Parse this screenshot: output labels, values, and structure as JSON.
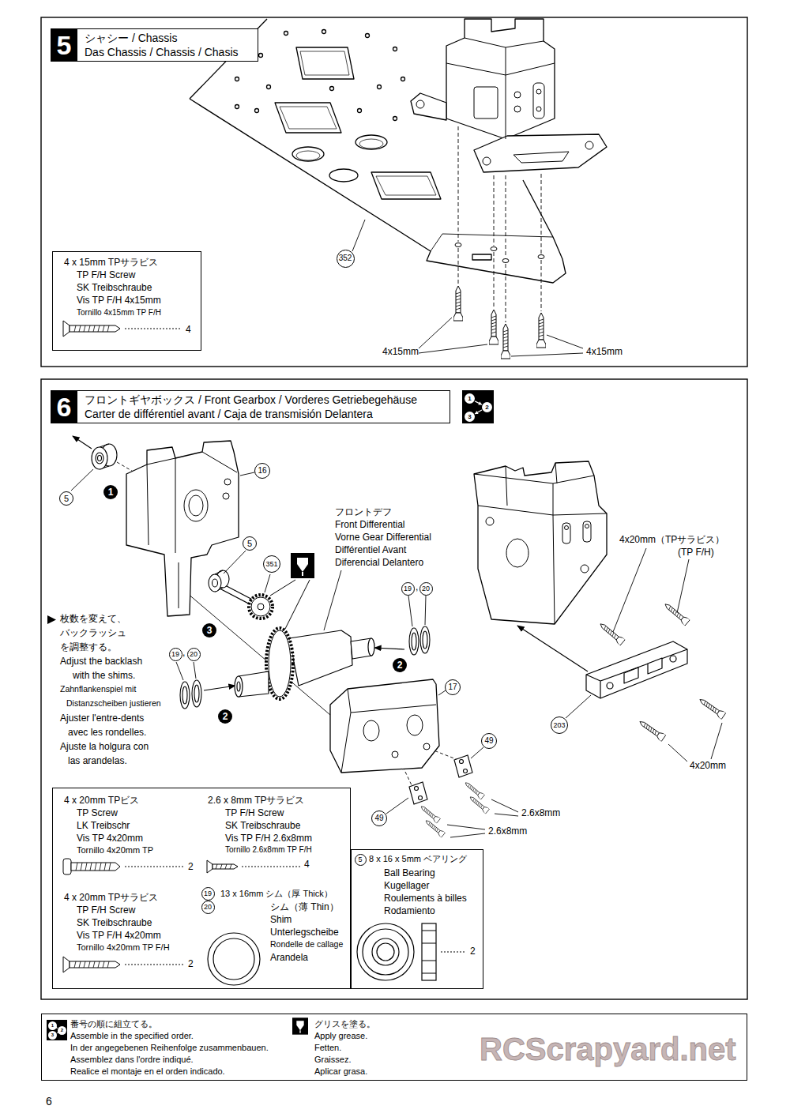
{
  "diagram": {
    "nodes": [
      {
        "text": [
          "5",
          "シャシー / Chassis",
          "Das Chassis / Chassis / Chasis"
        ]
      },
      {
        "text": [
          "4 x 15mm TPサラビス",
          "TP F/H Screw",
          "SK Treibschraube",
          "Vis TP F/H 4x15mm",
          "Tornillo 4x15mm TP F/H",
          "4"
        ]
      },
      {
        "text": [
          "352"
        ]
      },
      {
        "text": [
          "6",
          "フロントギヤボックス / Front Gearbox / Vorderes Getriebegehäuse",
          "Carter de différentiel avant / Caja de transmisión Delantera"
        ]
      },
      {
        "text": [
          "1",
          "2",
          "3"
        ]
      },
      {
        "text": [
          "5"
        ]
      },
      {
        "text": [
          "1"
        ]
      },
      {
        "text": [
          "16"
        ]
      },
      {
        "text": [
          "5"
        ]
      },
      {
        "text": [
          "351"
        ]
      },
      {
        "text": [
          "19"
        ]
      },
      {
        "text": [
          "20"
        ]
      },
      {
        "text": [
          "2"
        ]
      },
      {
        "text": [
          "3"
        ]
      },
      {
        "text": [
          "19"
        ]
      },
      {
        "text": [
          "20"
        ]
      },
      {
        "text": [
          "2"
        ]
      },
      {
        "text": [
          "17"
        ]
      },
      {
        "text": [
          "203"
        ]
      },
      {
        "text": [
          "49"
        ]
      },
      {
        "text": [
          "49"
        ]
      },
      {
        "text": [
          "4 x 20mm TPビス",
          "TP Screw",
          "LK Treibschr",
          "Vis TP 4x20mm",
          "Tornillo 4x20mm TP",
          "2",
          "2.6 x 8mm TPサラビス",
          "TP F/H Screw",
          "SK Treibschraube",
          "Vis TP F/H 2.6x8mm",
          "Tornillo 2.6x8mm TP F/H",
          "4",
          "4 x 20mm TPサラビス",
          "TP F/H Screw",
          "SK Treibschraube",
          "Vis TP F/H 4x20mm",
          "Tornillo 4x20mm TP F/H",
          "2",
          "13 x 16mm シム（厚 Thick）",
          "シム（薄 Thin）",
          "Shim",
          "Unterlegscheibe",
          "Rondelle de callage",
          "Arandela"
        ]
      },
      {
        "text": [
          "19"
        ],
        "in": 21
      },
      {
        "text": [
          "20"
        ],
        "in": 21
      },
      {
        "text": [
          "8 x 16 x 5mm ベアリング",
          "Ball Bearing",
          "Kugellager",
          "Roulements à billes",
          "Rodamiento",
          "2"
        ]
      },
      {
        "text": [
          "5"
        ],
        "in": 24
      },
      {
        "text": [
          "番号の順に組立てる。",
          "Assemble in the specified order.",
          "In der angegebenen Reihenfolge zusammenbauen.",
          "Assemblez dans l'ordre indiqué.",
          "Realice el montaje en el orden indicado.",
          "グリスを塗る。",
          "Apply grease.",
          "Fetten.",
          "Graissez.",
          "Aplicar grasa."
        ]
      },
      {
        "text": [
          "1",
          "2",
          "3"
        ],
        "in": 26
      }
    ],
    "labels": [
      "4x15mm",
      "4x15mm",
      "フロントデフ",
      "Front Differential",
      "Vorne Gear Differential",
      "Différentiel Avant",
      "Diferencial Delantero",
      "4x20mm（TPサラビス）",
      "(TP F/H)",
      ",",
      "枚数を変えて、",
      "バックラッシュ",
      "を調整する。",
      ",",
      "Adjust the backlash",
      "with the shims.",
      "Zahnflankenspiel mit",
      "Distanzscheiben justieren",
      "Ajuster l'entre-dents",
      "avec les rondelles.",
      "Ajuste la holgura con",
      "las arandelas.",
      "4x20mm",
      "2.6x8mm",
      "2.6x8mm",
      "RCScrapyard.net",
      "6"
    ]
  }
}
